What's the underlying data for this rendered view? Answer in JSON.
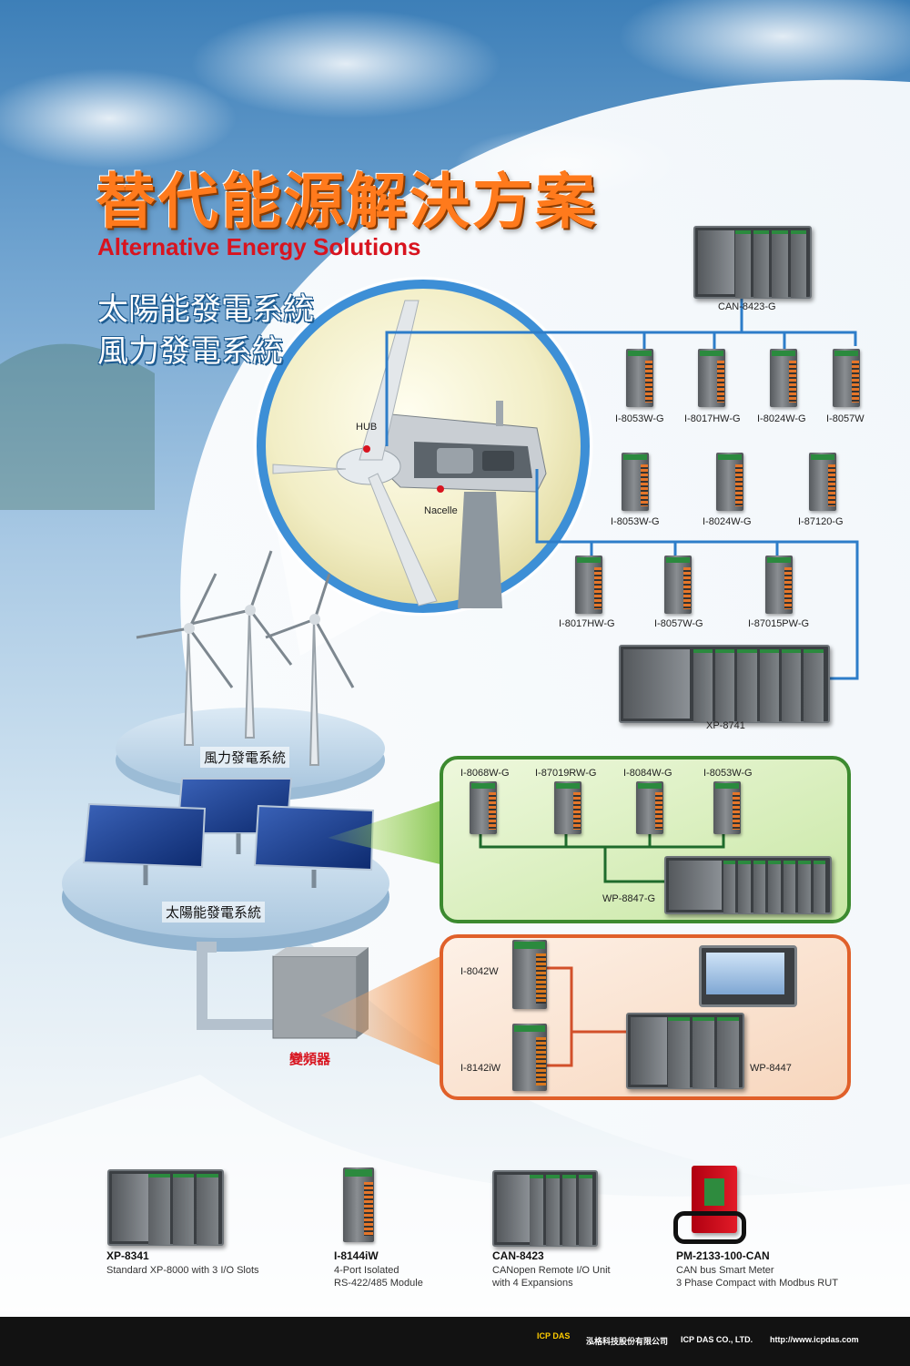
{
  "title": {
    "zh": "替代能源解決方案",
    "en": "Alternative Energy Solutions",
    "sub1": "太陽能發電系統",
    "sub2": "風力發電系統"
  },
  "zoom_labels": {
    "hub": "HUB",
    "nacelle": "Nacelle"
  },
  "wind_network": {
    "controller": "CAN-8423-G",
    "row1": [
      "I-8053W-G",
      "I-8017HW-G",
      "I-8024W-G",
      "I-8057W"
    ],
    "row2": [
      "I-8053W-G",
      "I-8024W-G",
      "I-87120-G"
    ],
    "row3": [
      "I-8017HW-G",
      "I-8057W-G",
      "I-87015PW-G"
    ],
    "main_controller": "XP-8741"
  },
  "platforms": {
    "wind": "風力發電系統",
    "solar": "太陽能發電系統",
    "inverter": "變頻器"
  },
  "solar_panel": {
    "modules": [
      "I-8068W-G",
      "I-87019RW-G",
      "I-8084W-G",
      "I-8053W-G"
    ],
    "controller": "WP-8847-G"
  },
  "inverter_panel": {
    "modules": [
      "I-8042W",
      "I-8142iW"
    ],
    "controller": "WP-8447"
  },
  "products": [
    {
      "name": "XP-8341",
      "desc1": "Standard  XP-8000  with  3  I/O  Slots",
      "desc2": ""
    },
    {
      "name": "I-8144iW",
      "desc1": "4-Port  Isolated",
      "desc2": "RS-422/485  Module"
    },
    {
      "name": "CAN-8423",
      "desc1": "CANopen Remote I/O Unit",
      "desc2": "with 4 Expansions"
    },
    {
      "name": "PM-2133-100-CAN",
      "desc1": "CAN bus Smart Meter",
      "desc2": "3 Phase Compact with Modbus RUT"
    }
  ],
  "footer": {
    "logo": "ICP DAS",
    "company_zh": "泓格科技股份有限公司",
    "company_en": "ICP DAS CO., LTD.",
    "url": "http://www.icpdas.com"
  },
  "colors": {
    "title_orange": "#ff7a1c",
    "title_red": "#d8141f",
    "line_blue": "#2d7dc9",
    "line_green": "#2e7d32",
    "line_orange": "#e0602a"
  }
}
